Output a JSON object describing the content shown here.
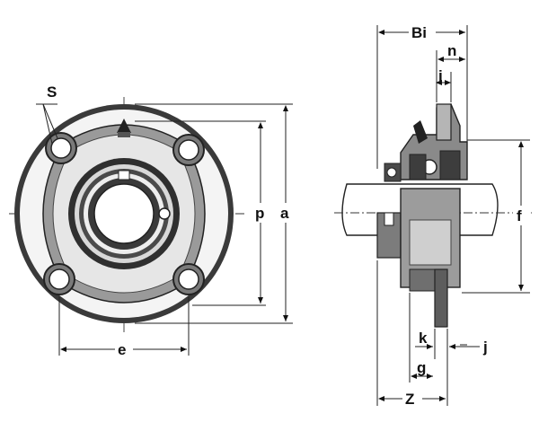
{
  "labels": {
    "S": "S",
    "p": "p",
    "a": "a",
    "e": "e",
    "Bi": "Bi",
    "n": "n",
    "i": "i",
    "f": "f",
    "k": "k",
    "j": "j",
    "g": "g",
    "Z": "Z"
  },
  "colors": {
    "ink": "#1a1a1a",
    "fill_dark": "#2b2b2b",
    "fill_mid": "#6d6d6d",
    "fill_light": "#bdbdbd",
    "paper": "#ffffff"
  }
}
